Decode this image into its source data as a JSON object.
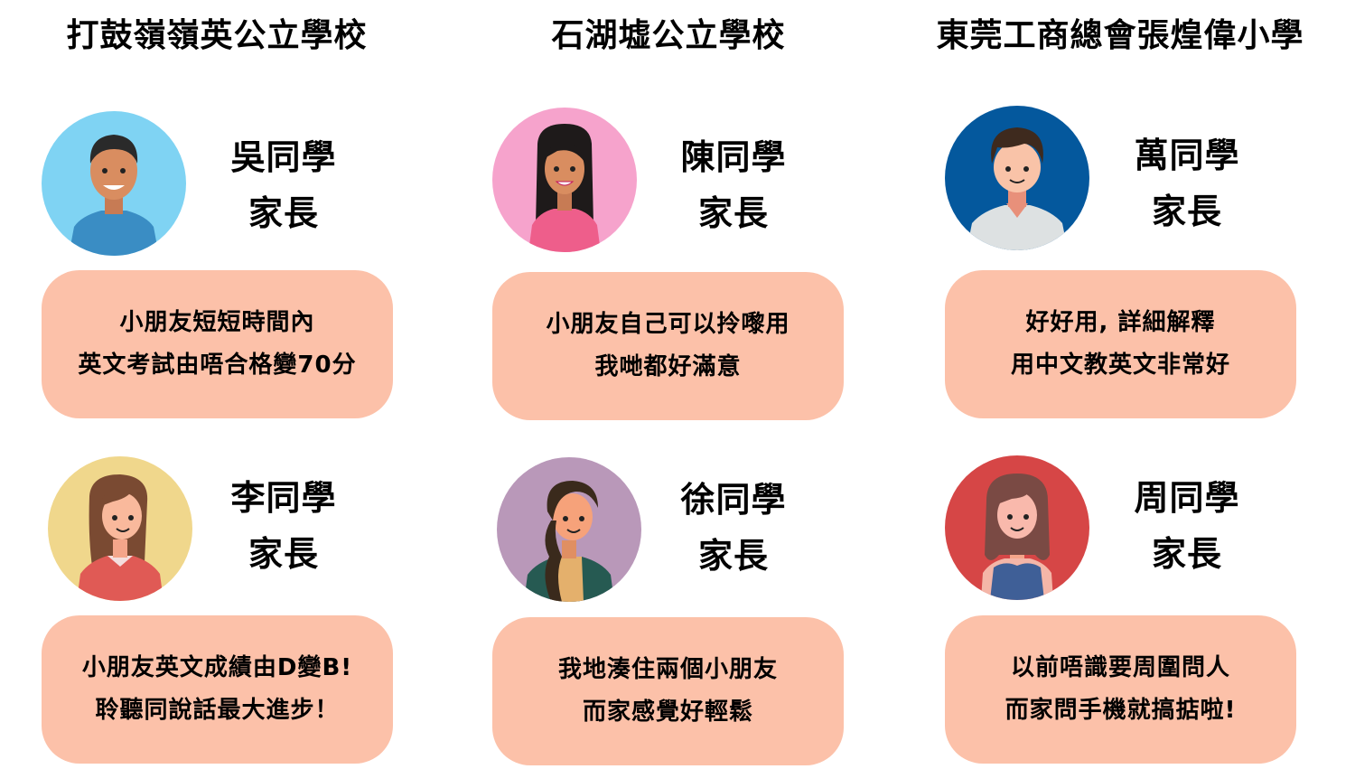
{
  "colors": {
    "quote_bg": "#fcc1a9",
    "avatar_bg": [
      "#7fd3f3",
      "#f6a3cc",
      "#04589d",
      "#f0d78c",
      "#b998b9",
      "#d64646"
    ]
  },
  "columns": [
    {
      "school": "打鼓嶺嶺英公立學校",
      "testimonials": [
        {
          "avatar": "boy-blue-shirt-avatar",
          "student": "吳同學",
          "role": "家長",
          "quote": [
            "小朋友短短時間內",
            "英文考試由唔合格變70分"
          ]
        },
        {
          "avatar": "girl-red-sweater-avatar",
          "student": "李同學",
          "role": "家長",
          "quote": [
            "小朋友英文成績由D變B!",
            "聆聽同說話最大進步！"
          ]
        }
      ]
    },
    {
      "school": "石湖墟公立學校",
      "testimonials": [
        {
          "avatar": "woman-pink-top-avatar",
          "student": "陳同學",
          "role": "家長",
          "quote": [
            "小朋友自己可以拎嚟用",
            "我哋都好滿意"
          ]
        },
        {
          "avatar": "woman-braid-avatar",
          "student": "徐同學",
          "role": "家長",
          "quote": [
            "我地湊住兩個小朋友",
            "而家感覺好輕鬆"
          ]
        }
      ]
    },
    {
      "school": "東莞工商總會張煌偉小學",
      "testimonials": [
        {
          "avatar": "man-white-shirt-avatar",
          "student": "萬同學",
          "role": "家長",
          "quote": [
            "好好用, 詳細解釋",
            "用中文教英文非常好"
          ]
        },
        {
          "avatar": "woman-blue-top-avatar",
          "student": "周同學",
          "role": "家長",
          "quote": [
            "以前唔識要周圍問人",
            "而家問手機就搞掂啦!"
          ]
        }
      ]
    }
  ]
}
